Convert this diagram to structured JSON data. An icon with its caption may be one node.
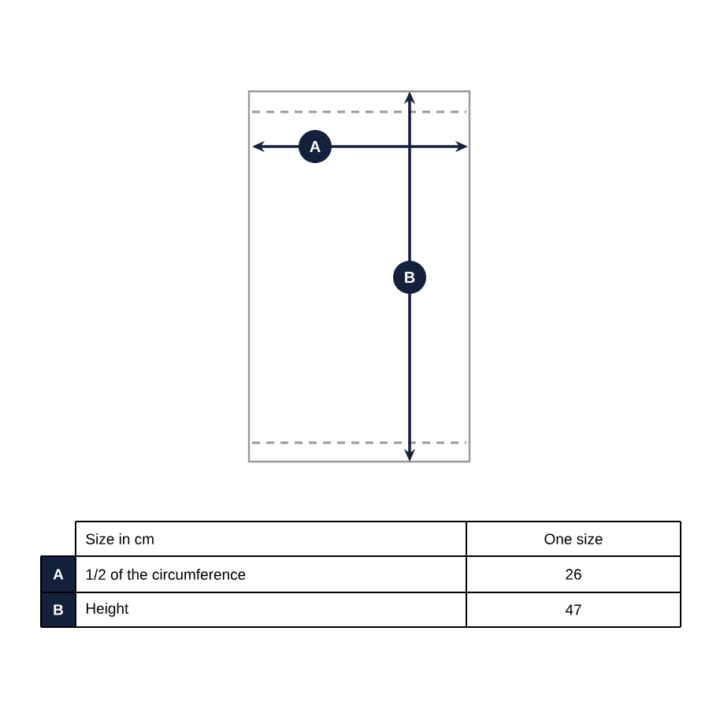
{
  "diagram": {
    "labels": [
      "A",
      "B",
      "Size in cm",
      "One size",
      "A",
      "1/2 of the circumference",
      "26",
      "B",
      "Height",
      "47"
    ]
  }
}
